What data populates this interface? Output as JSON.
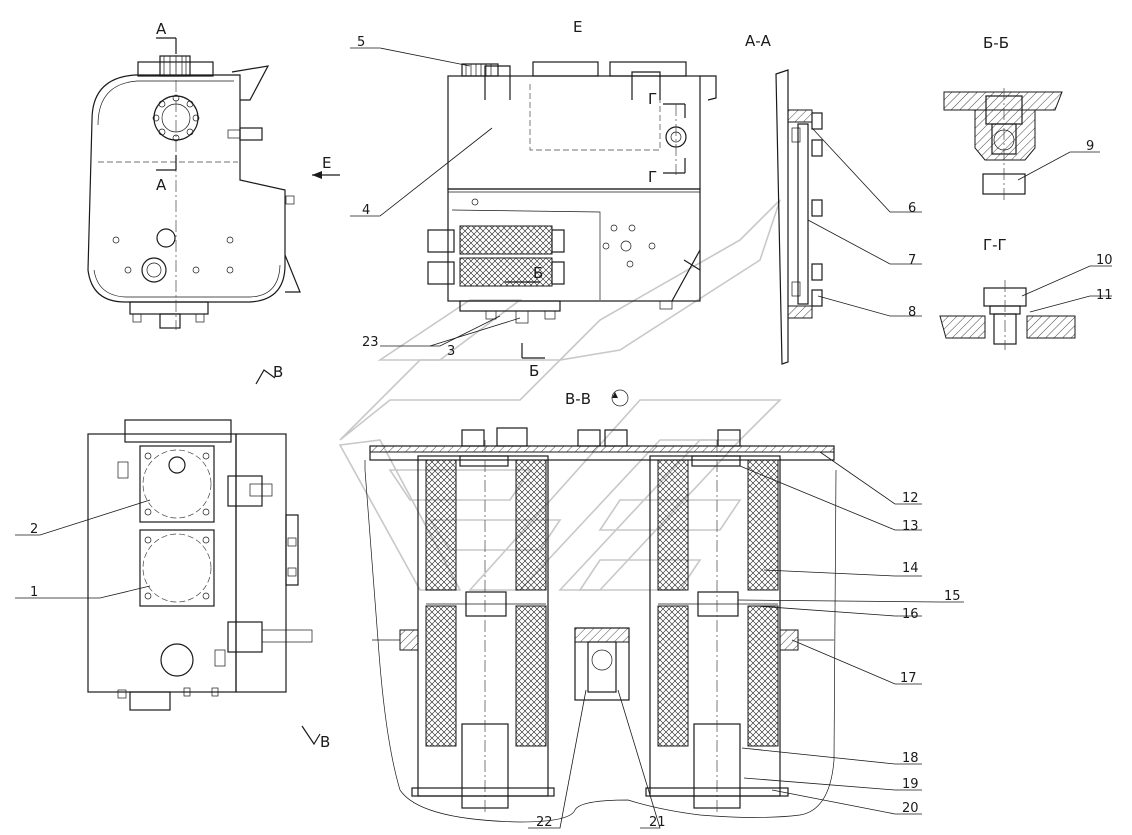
{
  "callouts": {
    "c1": "1",
    "c2": "2",
    "c3": "3",
    "c4": "4",
    "c5": "5",
    "c6": "6",
    "c7": "7",
    "c8": "8",
    "c9": "9",
    "c10": "10",
    "c11": "11",
    "c12": "12",
    "c13": "13",
    "c14": "14",
    "c15": "15",
    "c16": "16",
    "c17": "17",
    "c18": "18",
    "c19": "19",
    "c20": "20",
    "c21": "21",
    "c22": "22",
    "c23": "23"
  },
  "section_labels": {
    "aa_title": "А-А",
    "bb_title": "Б-Б",
    "gg_title": "Г-Г",
    "vv_title": "В-В",
    "view_e": "Е"
  },
  "view_marks": {
    "a_top": "А",
    "a_bottom": "А",
    "e_arrow": "Е",
    "b_top": "Б",
    "b_bottom": "Б",
    "g_top": "Г",
    "g_bottom": "Г",
    "v_top": "В",
    "v_bottom": "В"
  }
}
